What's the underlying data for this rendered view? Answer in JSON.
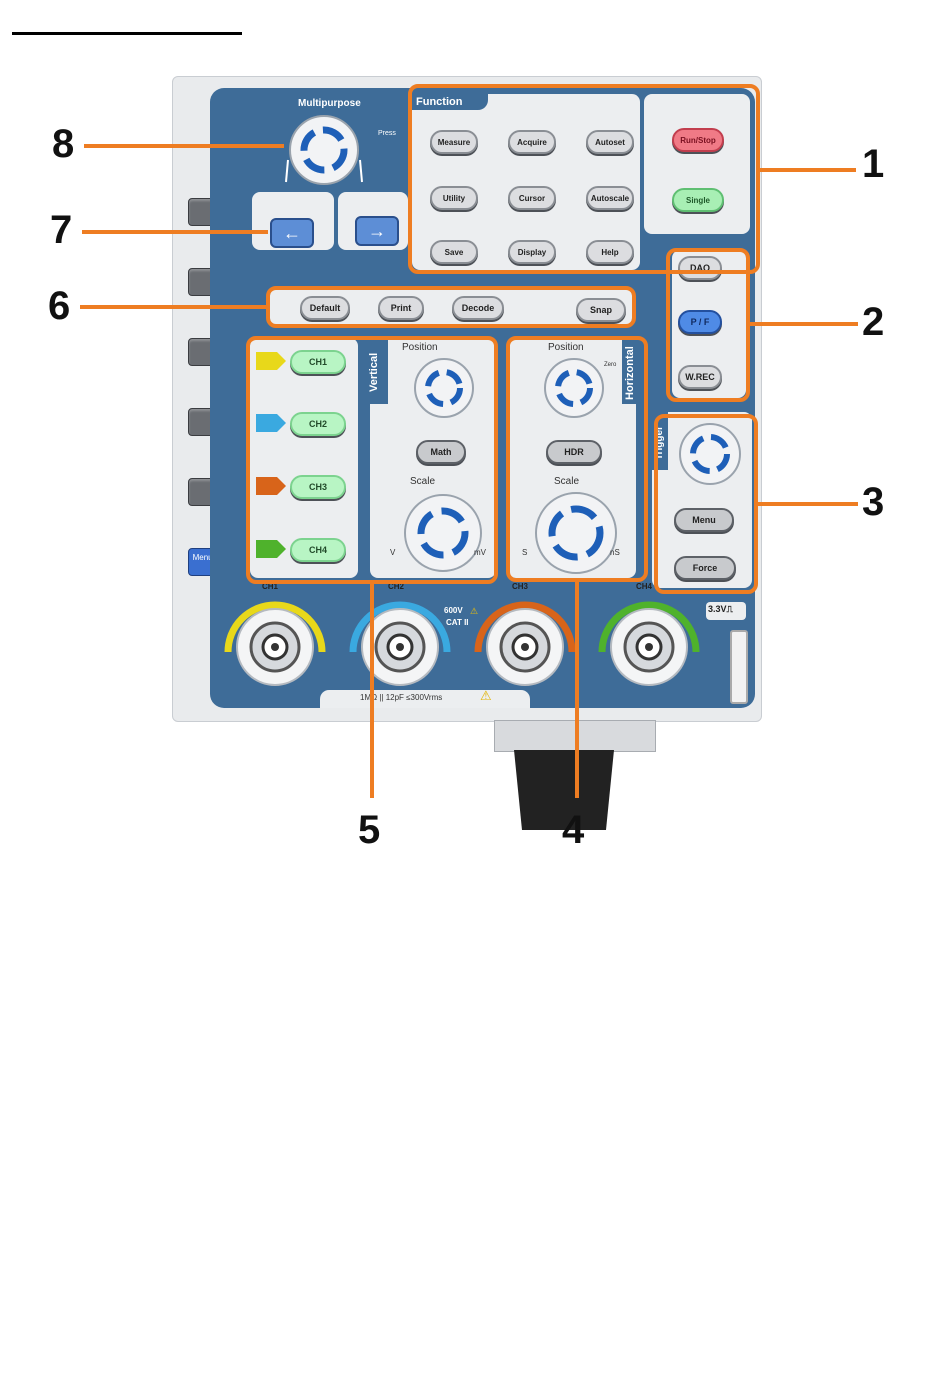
{
  "panel": {
    "multipurpose_label": "Multipurpose",
    "press_label": "Press",
    "function_label": "Function",
    "vertical_label": "Vertical",
    "horizontal_label": "Horizontal",
    "trigger_label": "Trigger",
    "position_label": "Position",
    "scale_label": "Scale",
    "zero_label": "Zero",
    "volt_letter": "V",
    "mv_label": "mV",
    "s_letter": "S",
    "ns_label": "nS",
    "menu_off": "Menu Off",
    "warn_600": "600V",
    "cat_label": "CAT II",
    "bottom_rating": "1MΩ || 12pF ≤300Vrms",
    "probe_comp": "3.3V⎍"
  },
  "function_buttons": [
    "Measure",
    "Acquire",
    "Autoset",
    "Utility",
    "Cursor",
    "Autoscale",
    "Save",
    "Display",
    "Help"
  ],
  "run_buttons": [
    "Run/Stop",
    "Single"
  ],
  "mode_buttons": [
    "DAQ",
    "P / F",
    "W.REC"
  ],
  "quick_buttons": [
    "Default",
    "Print",
    "Decode",
    "Snap"
  ],
  "channel_buttons": [
    "CH1",
    "CH2",
    "CH3",
    "CH4"
  ],
  "connector_labels": [
    "CH1",
    "CH2",
    "CH3",
    "CH4"
  ],
  "vertical": {
    "math": "Math"
  },
  "horizontal": {
    "hdr": "HDR"
  },
  "trigger": {
    "menu": "Menu",
    "force": "Force"
  },
  "callouts": [
    "1",
    "2",
    "3",
    "4",
    "5",
    "6",
    "7",
    "8"
  ],
  "colors": {
    "callout": "#ee7d22",
    "ch1": "#e8d81a",
    "ch2": "#3aa9e0",
    "ch3": "#d8641a",
    "ch4": "#4fb22c",
    "panel_blue": "#3e6c98"
  }
}
